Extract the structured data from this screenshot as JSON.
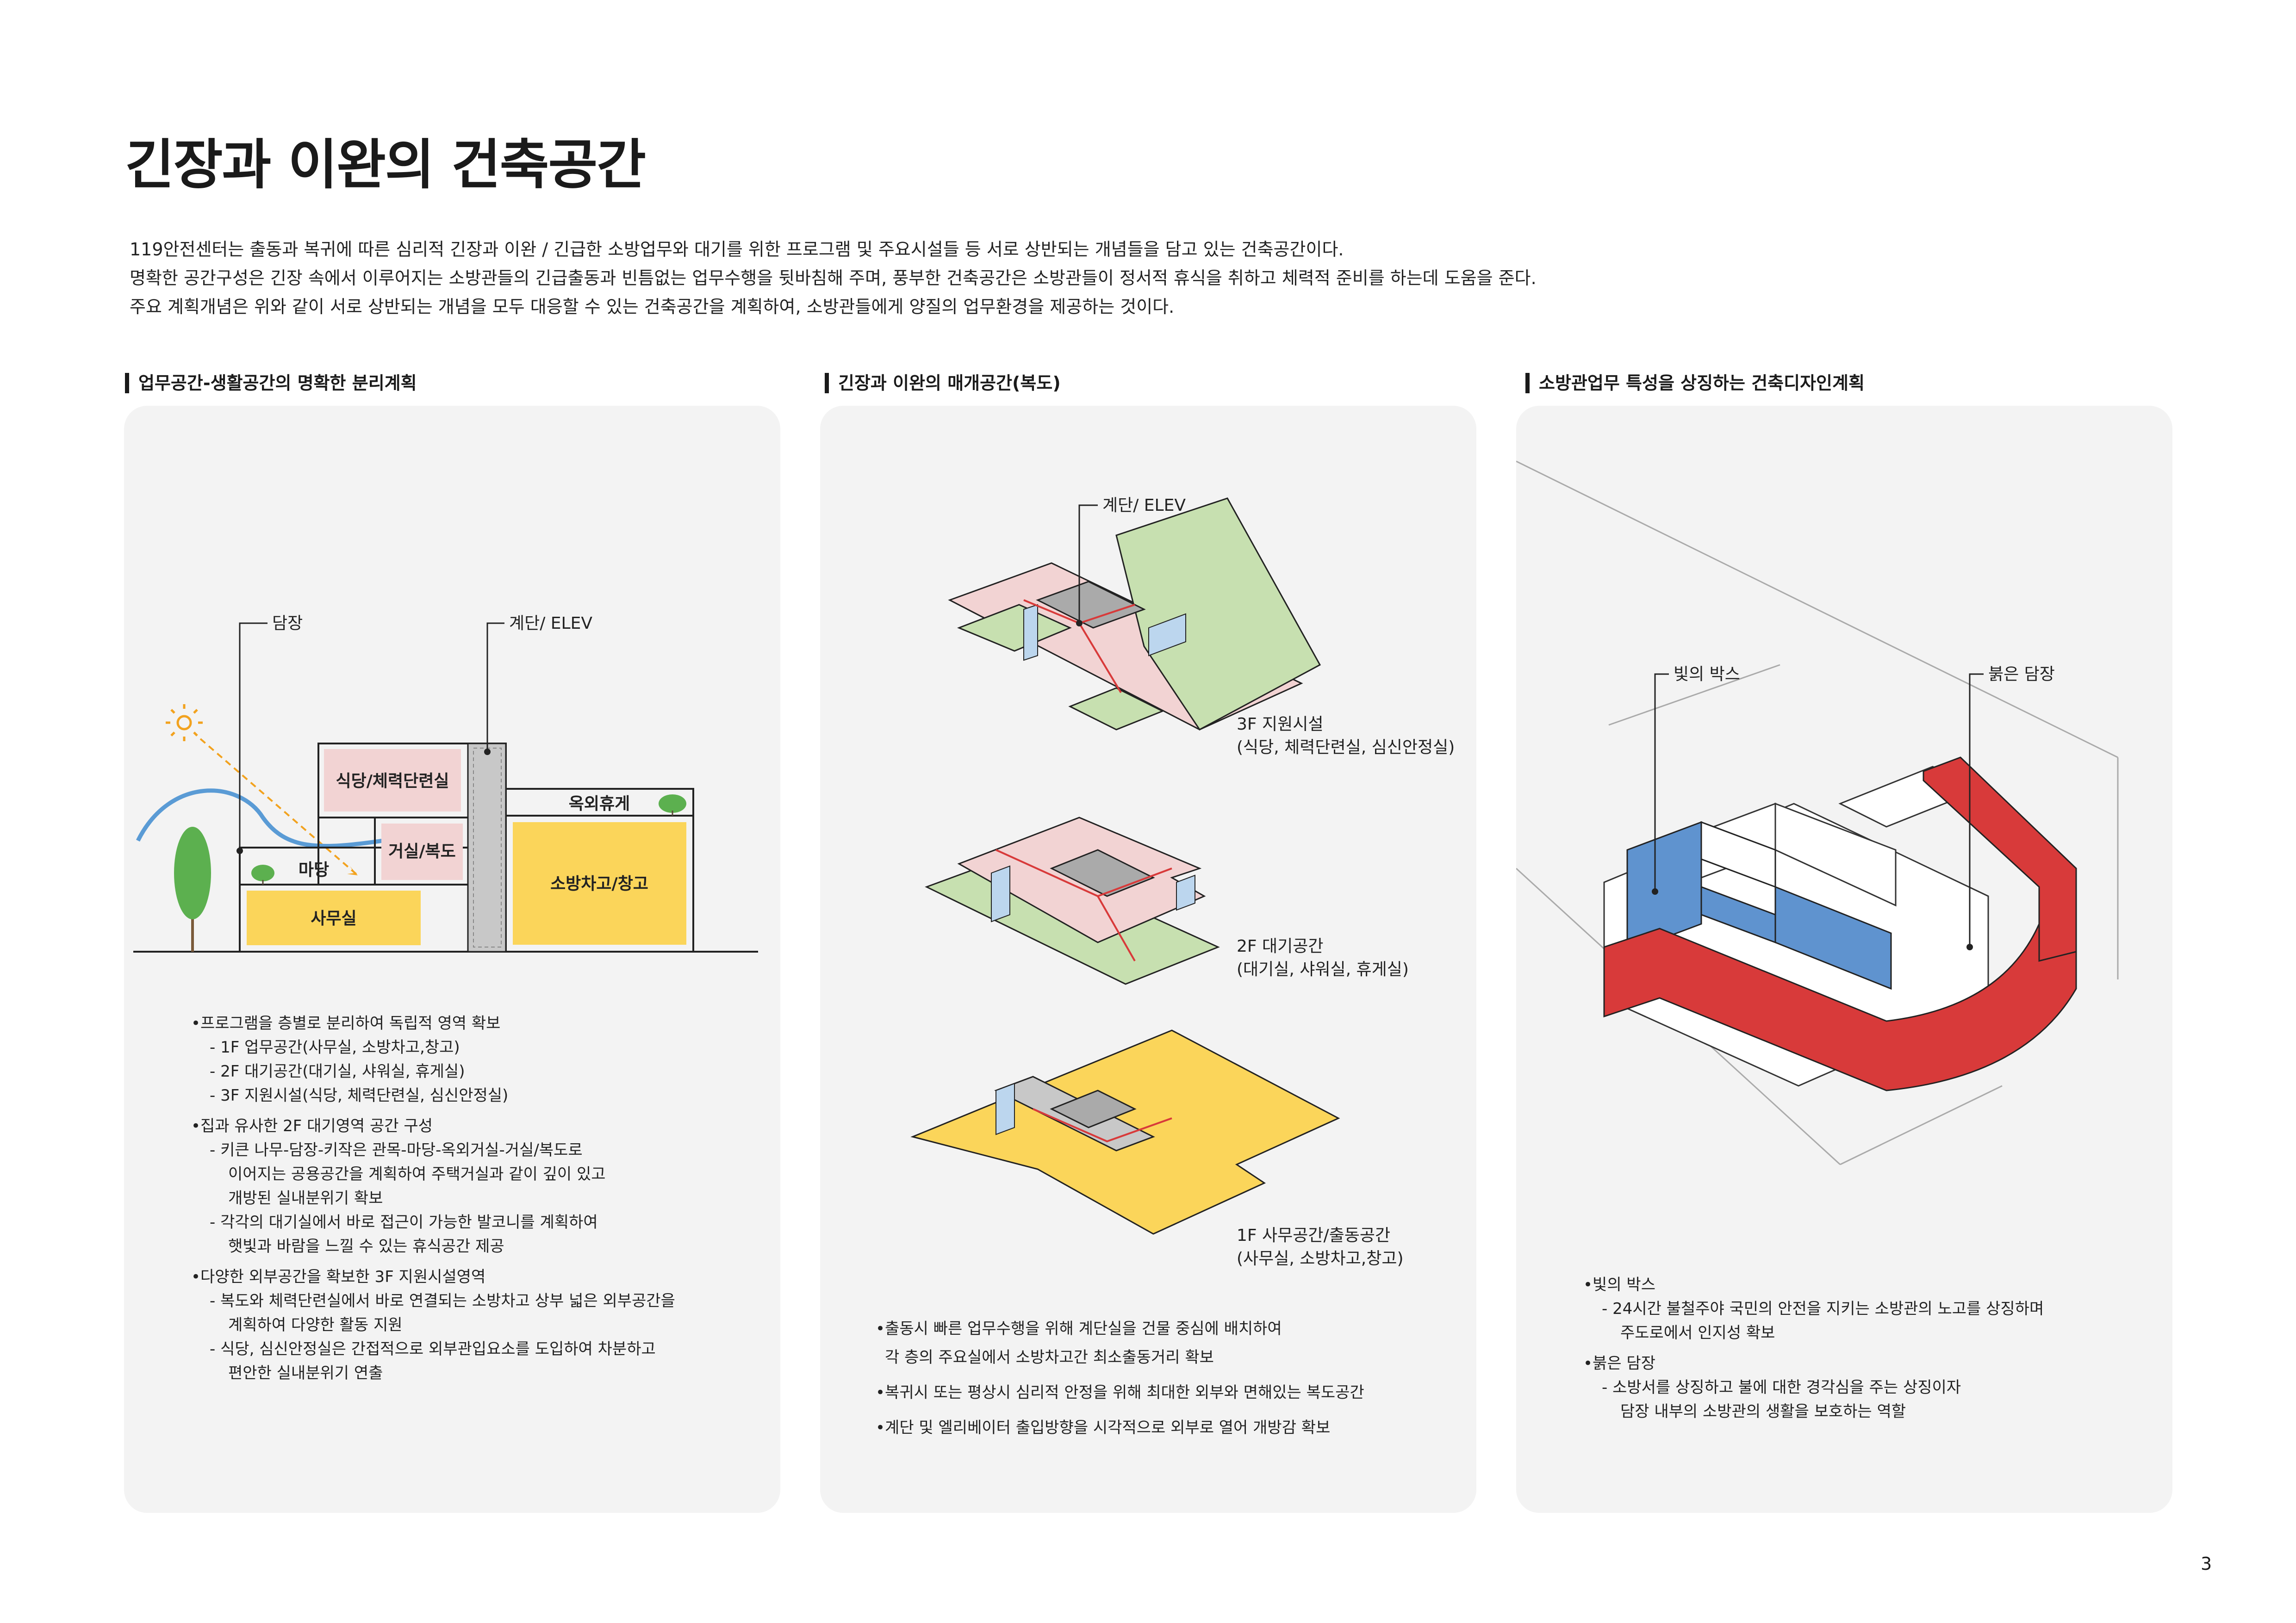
{
  "title": "긴장과 이완의 건축공간",
  "intro": [
    "119안전센터는 출동과 복귀에 따른 심리적 긴장과 이완 / 긴급한 소방업무와 대기를 위한 프로그램 및 주요시설들 등 서로 상반되는 개념들을 담고 있는 건축공간이다.",
    "명확한 공간구성은 긴장 속에서 이루어지는 소방관들의 긴급출동과 빈틈없는 업무수행을 뒷바침해 주며, 풍부한 건축공간은 소방관들이 정서적 휴식을 취하고 체력적 준비를 하는데 도움을 준다.",
    "주요 계획개념은 위와 같이 서로 상반되는 개념을 모두 대응할 수 있는 건축공간을 계획하여, 소방관들에게 양질의 업무환경을 제공하는 것이다."
  ],
  "sections": [
    {
      "heading": "업무공간-생활공간의 명확한 분리계획",
      "diagram": {
        "callout_wall": "담장",
        "callout_stair": "계단/ ELEV",
        "room_dining": "식당/체력단련실",
        "room_outdoor": "옥외휴게",
        "room_living": "거실/복도",
        "room_yard": "마당",
        "room_garage": "소방차고/창고",
        "room_office": "사무실"
      },
      "notes": [
        {
          "type": "head",
          "text": "•프로그램을 층별로 분리하여 독립적 영역 확보"
        },
        {
          "type": "sub",
          "text": "- 1F 업무공간(사무실, 소방차고,창고)"
        },
        {
          "type": "sub",
          "text": "- 2F 대기공간(대기실, 샤워실, 휴게실)"
        },
        {
          "type": "sub",
          "text": "- 3F 지원시설(식당, 체력단련실, 심신안정실)"
        },
        {
          "type": "head",
          "text": "•집과 유사한 2F 대기영역 공간 구성"
        },
        {
          "type": "sub",
          "text": "- 키큰 나무-담장-키작은 관목-마당-옥외거실-거실/복도로"
        },
        {
          "type": "sub2",
          "text": "이어지는 공용공간을 계획하여 주택거실과 같이 깊이 있고"
        },
        {
          "type": "sub2",
          "text": "개방된 실내분위기 확보"
        },
        {
          "type": "sub",
          "text": "- 각각의 대기실에서 바로 접근이 가능한 발코니를 계획하여"
        },
        {
          "type": "sub2",
          "text": "햇빛과 바람을 느낄 수 있는 휴식공간 제공"
        },
        {
          "type": "head",
          "text": "•다양한 외부공간을 확보한 3F 지원시설영역"
        },
        {
          "type": "sub",
          "text": "- 복도와 체력단련실에서 바로 연결되는 소방차고 상부 넓은 외부공간을"
        },
        {
          "type": "sub2",
          "text": "계획하여 다양한 활동 지원"
        },
        {
          "type": "sub",
          "text": "- 식당, 심신안정실은 간접적으로 외부관입요소를 도입하여 차분하고"
        },
        {
          "type": "sub2",
          "text": "편안한 실내분위기 연출"
        }
      ]
    },
    {
      "heading": "긴장과 이완의 매개공간(복도)",
      "diagram": {
        "callout_stair": "계단/ ELEV",
        "floor3_title": "3F 지원시설",
        "floor3_detail": "(식당, 체력단련실, 심신안정실)",
        "floor2_title": "2F 대기공간",
        "floor2_detail": "(대기실, 샤워실, 휴게실)",
        "floor1_title": "1F 사무공간/출동공간",
        "floor1_detail": "(사무실, 소방차고,창고)"
      },
      "notes": [
        {
          "type": "head",
          "text": "•출동시 빠른 업무수행을 위해 계단실을 건물 중심에 배치하여"
        },
        {
          "type": "sub",
          "text": "각 층의 주요실에서 소방차고간 최소출동거리 확보"
        },
        {
          "type": "head",
          "text": "•복귀시 또는 평상시 심리적 안정을 위해 최대한 외부와 면해있는 복도공간"
        },
        {
          "type": "head",
          "text": "•계단 및 엘리베이터 출입방향을 시각적으로 외부로 열어 개방감 확보"
        }
      ]
    },
    {
      "heading": "소방관업무 특성을 상징하는 건축디자인계획",
      "diagram": {
        "callout_box": "빛의 박스",
        "callout_wall": "붉은 담장"
      },
      "notes": [
        {
          "type": "head",
          "text": "•빛의 박스"
        },
        {
          "type": "sub",
          "text": "- 24시간 불철주야 국민의 안전을 지키는 소방관의 노고를 상징하며"
        },
        {
          "type": "sub2",
          "text": "주도로에서 인지성 확보"
        },
        {
          "type": "head",
          "text": "•붉은 담장"
        },
        {
          "type": "sub",
          "text": "- 소방서를 상징하고 불에 대한 경각심을 주는 상징이자"
        },
        {
          "type": "sub2",
          "text": "담장 내부의 소방관의 생활을 보호하는 역할"
        }
      ]
    }
  ],
  "page_number": "3",
  "colors": {
    "panel": "#f3f3f3",
    "pink": "#f2d3d3",
    "yellow": "#fbd55a",
    "green": "#c7e0b0",
    "gray": "#c8c8c8",
    "blue": "#5f93cf",
    "red": "#d83a3a",
    "tree": "#5cb04f",
    "sun": "#f2a21e"
  }
}
